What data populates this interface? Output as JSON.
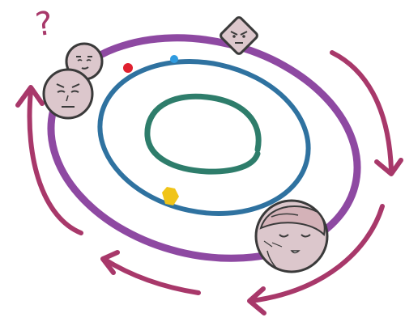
{
  "annotation": {
    "question_mark": "?"
  },
  "colors": {
    "background": "#ffffff",
    "outer_ring": "#8e49a2",
    "middle_ring": "#2f72a0",
    "inner_ring": "#2e7d6b",
    "arrows": "#a8386a",
    "face_fill": "#dcc7cc",
    "face_outline": "#3a3a3a",
    "dot_red": "#e0202f",
    "dot_blue": "#2f9be0",
    "dot_yellow": "#f0c419"
  },
  "characters": [
    {
      "name": "small-face",
      "expression": "smirk"
    },
    {
      "name": "large-face",
      "expression": "frown"
    },
    {
      "name": "diamond-face",
      "expression": "angry"
    },
    {
      "name": "girl-face",
      "expression": "smile"
    }
  ],
  "markers": [
    {
      "name": "red-dot"
    },
    {
      "name": "blue-dot"
    },
    {
      "name": "yellow-gem"
    }
  ]
}
